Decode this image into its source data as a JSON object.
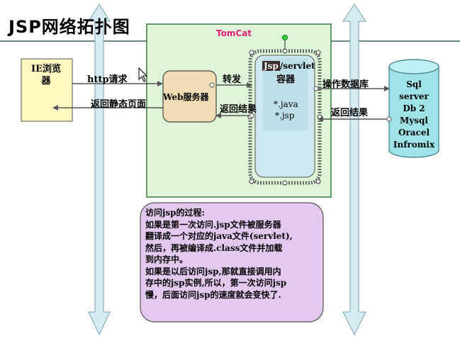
{
  "title": "JSP网络拓扑图",
  "tomcat": {
    "label": "TomCat"
  },
  "browser": {
    "label": "IE浏览器"
  },
  "web_server": {
    "label": "Web服务器"
  },
  "servlet_container": {
    "tag": "Jsp",
    "label_suffix": "/servlet",
    "label_line2": "容器",
    "ext_java": "*.java",
    "ext_jsp": "*.jsp"
  },
  "database": {
    "items": [
      "Sql server",
      "Db 2",
      "Mysql",
      "Oracel",
      "Infromix"
    ]
  },
  "flows": {
    "http_request": "http请求",
    "return_static": "返回静态页面",
    "forward": "转发",
    "return_result_left": "返回结果",
    "operate_db": "操作数据库",
    "return_result_right": "返回结果"
  },
  "note": {
    "lines": [
      "访问jsp的过程:",
      "如果是第一次访问.jsp文件被服务器",
      "翻译成一个对应的java文件(servlet),",
      "然后，再被编译成.class文件并加载",
      "到内存中。",
      "如果是以后访问jsp,那就直接调用内",
      "存中的jsp实例,所以，第一次访问jsp",
      "慢，后面访问jsp的速度就会变快了."
    ]
  },
  "colors": {
    "tomcat_fill": "#dff5d8",
    "browser_fill": "#fff9c0",
    "web_fill": "#efdcb3",
    "servlet_fill": "#cde8ef",
    "db_fill": "#9ee3e8",
    "note_fill": "#e3c8f0",
    "pillar_fill": "#d6ecf2"
  }
}
